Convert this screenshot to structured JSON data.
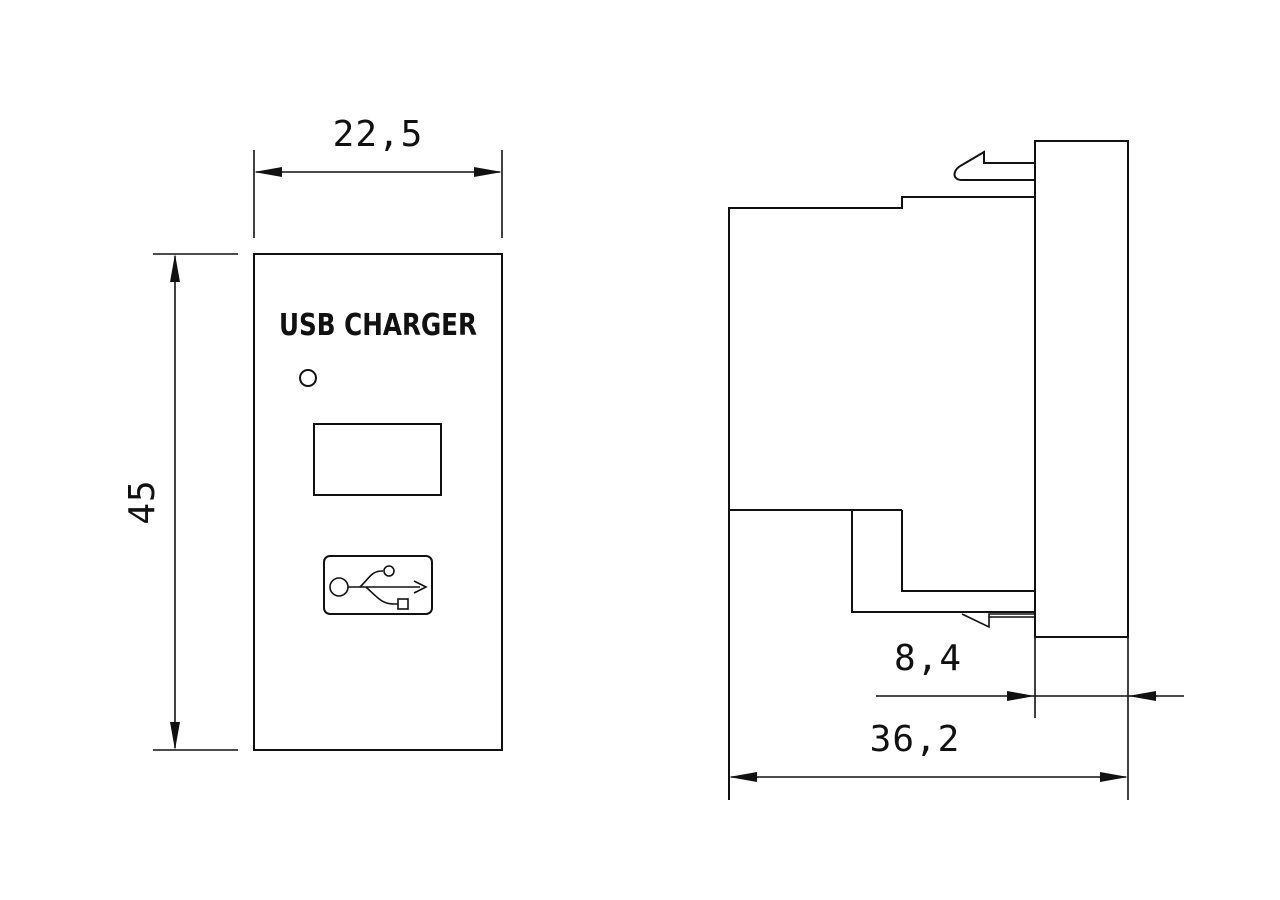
{
  "drawing": {
    "front_view": {
      "panel_label": "USB CHARGER",
      "width_dimension": "22,5",
      "height_dimension": "45",
      "features": [
        "led-indicator",
        "usb-port",
        "usb-symbol-plate"
      ]
    },
    "side_view": {
      "overall_depth_dimension": "36,2",
      "faceplate_thickness_dimension": "8,4",
      "features": [
        "top-latch-clip",
        "bottom-latch-clip",
        "body",
        "faceplate"
      ]
    },
    "colors": {
      "line": "#111111",
      "background": "#ffffff"
    }
  }
}
